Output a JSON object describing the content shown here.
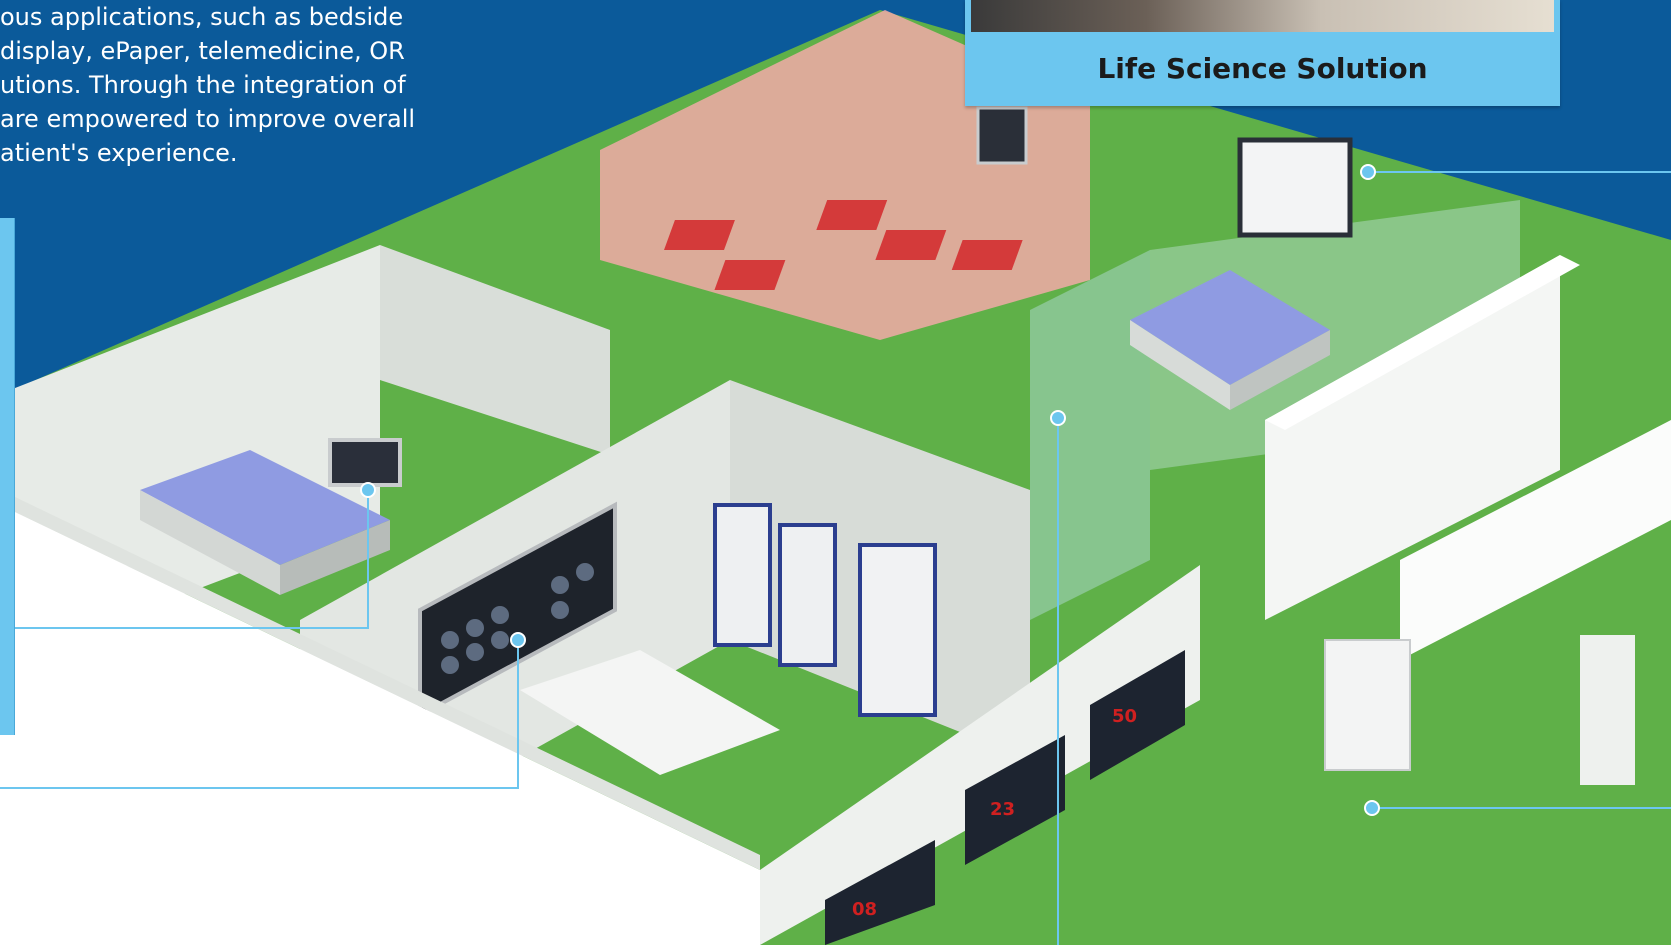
{
  "intro": {
    "lines": [
      "ous applications, such as bedside",
      "display, ePaper, telemedicine, OR",
      "utions. Through the integration of",
      "are empowered to improve overall",
      "atient's experience."
    ]
  },
  "solution_card": {
    "title": "Life Science Solution"
  },
  "signage": {
    "sign1": {
      "number": "08"
    },
    "sign2": {
      "number": "23"
    },
    "sign3": {
      "number": "50"
    }
  },
  "colors": {
    "background": "#0b5a9a",
    "callout": "#6cc6ef",
    "floor": "#5fb048",
    "wall": "#eef1ee",
    "nursery": "#f2aaa8",
    "bedding": "#8f9be2",
    "sign_red": "#d02020"
  }
}
